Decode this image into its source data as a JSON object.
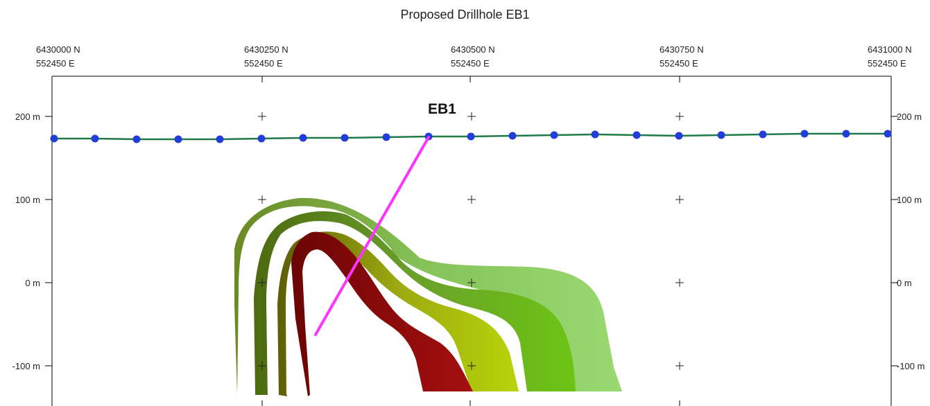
{
  "title": "Proposed Drillhole EB1",
  "top_axis": [
    {
      "northing": "6430000 N",
      "easting": "552450 E"
    },
    {
      "northing": "6430250 N",
      "easting": "552450 E"
    },
    {
      "northing": "6430500 N",
      "easting": "552450 E"
    },
    {
      "northing": "6430750 N",
      "easting": "552450 E"
    },
    {
      "northing": "6431000 N",
      "easting": "552450 E"
    }
  ],
  "depth_labels": [
    "200 m",
    "100 m",
    "0 m",
    "-100 m"
  ],
  "drillhole": {
    "name": "EB1",
    "color": "#ff33ff"
  },
  "topo_line_color": "#1f7a4a",
  "survey_point_color": "#1f3fd6",
  "unit_colors": [
    "#8fd66f",
    "#7fcc3a",
    "#b6d60c",
    "#9a0b0b"
  ]
}
